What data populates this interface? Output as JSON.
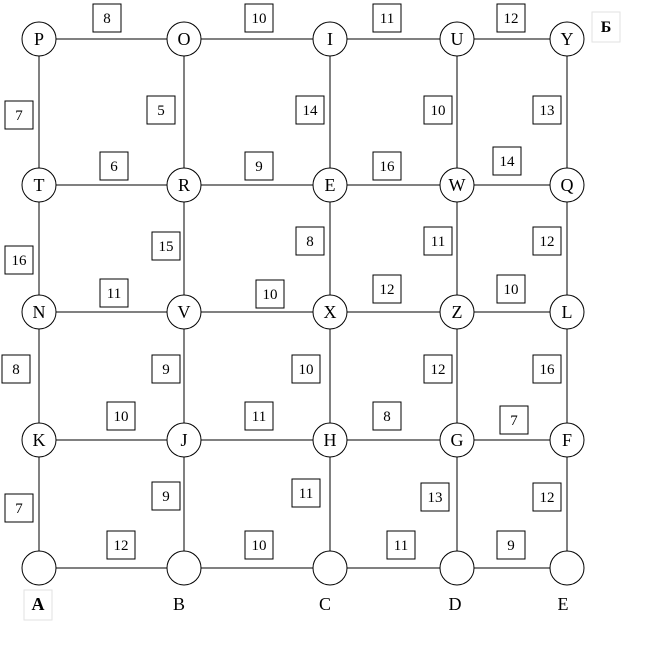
{
  "nodes": [
    {
      "id": "r0c0",
      "label": "P"
    },
    {
      "id": "r0c1",
      "label": "O"
    },
    {
      "id": "r0c2",
      "label": "I"
    },
    {
      "id": "r0c3",
      "label": "U"
    },
    {
      "id": "r0c4",
      "label": "Y"
    },
    {
      "id": "r1c0",
      "label": "T"
    },
    {
      "id": "r1c1",
      "label": "R"
    },
    {
      "id": "r1c2",
      "label": "E"
    },
    {
      "id": "r1c3",
      "label": "W"
    },
    {
      "id": "r1c4",
      "label": "Q"
    },
    {
      "id": "r2c0",
      "label": "N"
    },
    {
      "id": "r2c1",
      "label": "V"
    },
    {
      "id": "r2c2",
      "label": "X"
    },
    {
      "id": "r2c3",
      "label": "Z"
    },
    {
      "id": "r2c4",
      "label": "L"
    },
    {
      "id": "r3c0",
      "label": "K"
    },
    {
      "id": "r3c1",
      "label": "J"
    },
    {
      "id": "r3c2",
      "label": "H"
    },
    {
      "id": "r3c3",
      "label": "G"
    },
    {
      "id": "r3c4",
      "label": "F"
    },
    {
      "id": "r4c0",
      "label": ""
    },
    {
      "id": "r4c1",
      "label": ""
    },
    {
      "id": "r4c2",
      "label": ""
    },
    {
      "id": "r4c3",
      "label": ""
    },
    {
      "id": "r4c4",
      "label": ""
    }
  ],
  "horizontal_weights": [
    [
      "8",
      "10",
      "11",
      "12"
    ],
    [
      "6",
      "9",
      "16",
      "14"
    ],
    [
      "11",
      "10",
      "12",
      "10"
    ],
    [
      "10",
      "11",
      "8",
      "7"
    ],
    [
      "12",
      "10",
      "11",
      "9"
    ]
  ],
  "vertical_weights": [
    [
      "7",
      "5",
      "14",
      "10",
      "13"
    ],
    [
      "16",
      "15",
      "8",
      "11",
      "12"
    ],
    [
      "8",
      "9",
      "10",
      "12",
      "16"
    ],
    [
      "7",
      "9",
      "11",
      "13",
      "12"
    ]
  ],
  "bottom_labels": [
    "A",
    "B",
    "C",
    "D",
    "E"
  ],
  "corner_label": "Б"
}
